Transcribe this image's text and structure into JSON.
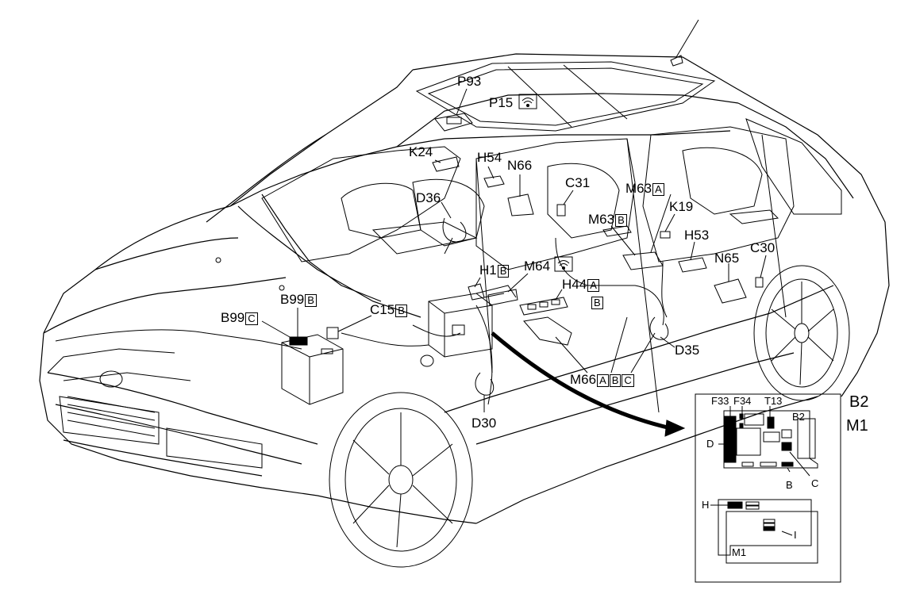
{
  "labels": {
    "P93": "P93",
    "P15": "P15",
    "K24": "K24",
    "H54": "H54",
    "N66": "N66",
    "D36": "D36",
    "C31": "C31",
    "M63": "M63",
    "M63_box_a": "A",
    "M63b": "M63",
    "M63b_box": "B",
    "K19": "K19",
    "H53": "H53",
    "C30": "C30",
    "N65": "N65",
    "H1": "H1",
    "H1_box": "B",
    "M64": "M64",
    "H44": "H44",
    "H44_box_a": "A",
    "H44_box_b": "B",
    "B99": "B99",
    "B99_box": "B",
    "B99c": "B99",
    "B99c_box": "C",
    "C15": "C15",
    "C15_box": "B",
    "M66": "M66",
    "M66_box_a": "A",
    "M66_box_b": "B",
    "M66_box_c": "C",
    "D35": "D35",
    "D30": "D30"
  },
  "inset": {
    "F33": "F33",
    "F34": "F34",
    "T13": "T13",
    "B2_small": "B2",
    "D": "D",
    "B": "B",
    "C": "C",
    "H": "H",
    "I": "I",
    "M1_small": "M1",
    "B2_big": "B2",
    "M1_big": "M1"
  },
  "icons": {
    "P15": "alarm-siren-icon",
    "M64": "alarm-siren-icon",
    "car_badge": "fiat-logo-icon"
  }
}
